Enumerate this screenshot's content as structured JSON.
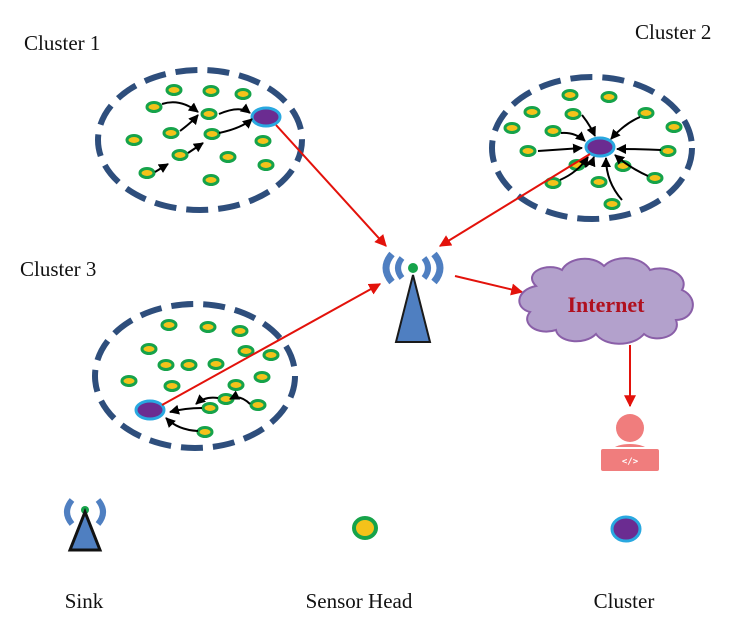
{
  "diagram": {
    "clusters": [
      {
        "label": "Cluster 1"
      },
      {
        "label": "Cluster 2"
      },
      {
        "label": "Cluster 3"
      }
    ],
    "internet_label": "Internet",
    "user_screen_text": "</>",
    "legend": [
      {
        "label": "Sink",
        "icon": "sink-tower-icon"
      },
      {
        "label": "Sensor Head",
        "icon": "sensor-node-icon"
      },
      {
        "label": "Cluster",
        "icon": "cluster-head-icon"
      }
    ],
    "colors": {
      "cluster_border": "#2e4e7c",
      "sensor_fill": "#f4c21a",
      "sensor_ring": "#16a34a",
      "cluster_head_fill": "#6b2c91",
      "cluster_head_ring": "#29a8e0",
      "link_arrow": "#e3120b",
      "local_arrow": "#000000",
      "cloud_fill": "#b3a1cc",
      "cloud_border": "#8a5fa8",
      "internet_text": "#b0101f",
      "tower": "#4f7fc1",
      "user": "#f07d7d"
    }
  }
}
